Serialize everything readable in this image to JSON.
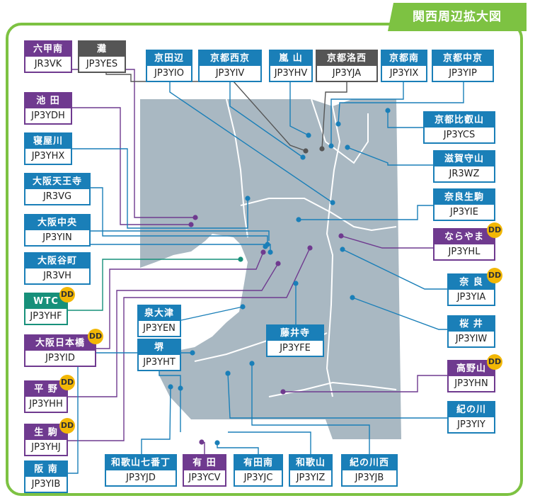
{
  "title": "関西周辺拡大図",
  "colors": {
    "frame": "#7dc242",
    "land": "#a9b8c2",
    "blue": "#1a7fb8",
    "purple": "#6f3a8f",
    "gray": "#555555",
    "green": "#17907a",
    "dd_badge": "#f2b705"
  },
  "badge_text": "DD",
  "stations": [
    {
      "id": "rokkosan",
      "name": "六甲南",
      "call": "JR3VK",
      "color": "purple",
      "dd": false
    },
    {
      "id": "nada",
      "name": "灘",
      "call": "JP3YES",
      "color": "gray",
      "dd": false
    },
    {
      "id": "ikeda",
      "name": "池 田",
      "call": "JP3YDH",
      "color": "purple",
      "dd": false
    },
    {
      "id": "neyagawa",
      "name": "寝屋川",
      "call": "JP3YHX",
      "color": "blue",
      "dd": false
    },
    {
      "id": "osaka-tennoji",
      "name": "大阪天王寺",
      "call": "JR3VG",
      "color": "blue",
      "dd": false
    },
    {
      "id": "osaka-chuo",
      "name": "大阪中央",
      "call": "JP3YIN",
      "color": "blue",
      "dd": false
    },
    {
      "id": "osaka-tanimachi",
      "name": "大阪谷町",
      "call": "JR3VH",
      "color": "blue",
      "dd": false
    },
    {
      "id": "wtc",
      "name": "WTC",
      "call": "JP3YHF",
      "color": "green",
      "dd": true
    },
    {
      "id": "osaka-nihonbashi",
      "name": "大阪日本橋",
      "call": "JP3YID",
      "color": "purple",
      "dd": true
    },
    {
      "id": "hirano",
      "name": "平 野",
      "call": "JP3YHH",
      "color": "purple",
      "dd": true
    },
    {
      "id": "ikoma",
      "name": "生 駒",
      "call": "JP3YHJ",
      "color": "purple",
      "dd": true
    },
    {
      "id": "hannan",
      "name": "阪 南",
      "call": "JP3YIB",
      "color": "blue",
      "dd": false
    },
    {
      "id": "kyotanabe",
      "name": "京田辺",
      "call": "JP3YIO",
      "color": "blue",
      "dd": false
    },
    {
      "id": "kyoto-nishikyo",
      "name": "京都西京",
      "call": "JP3YIV",
      "color": "blue",
      "dd": false
    },
    {
      "id": "arashiyama",
      "name": "嵐 山",
      "call": "JP3YHV",
      "color": "blue",
      "dd": false
    },
    {
      "id": "kyoto-rakusai",
      "name": "京都洛西",
      "call": "JP3YJA",
      "color": "gray",
      "dd": false
    },
    {
      "id": "kyoto-minami",
      "name": "京都南",
      "call": "JP3YIX",
      "color": "blue",
      "dd": false
    },
    {
      "id": "kyoto-chukyo",
      "name": "京都中京",
      "call": "JP3YIP",
      "color": "blue",
      "dd": false
    },
    {
      "id": "kyoto-hieizan",
      "name": "京都比叡山",
      "call": "JP3YCS",
      "color": "blue",
      "dd": false
    },
    {
      "id": "shiga-moriyama",
      "name": "滋賀守山",
      "call": "JR3WZ",
      "color": "blue",
      "dd": false
    },
    {
      "id": "nara-ikoma",
      "name": "奈良生駒",
      "call": "JP3YIE",
      "color": "blue",
      "dd": false
    },
    {
      "id": "narayama",
      "name": "ならやま",
      "call": "JP3YHL",
      "color": "purple",
      "dd": true
    },
    {
      "id": "nara",
      "name": "奈 良",
      "call": "JP3YIA",
      "color": "blue",
      "dd": true
    },
    {
      "id": "sakurai",
      "name": "桜 井",
      "call": "JP3YIW",
      "color": "blue",
      "dd": false
    },
    {
      "id": "koyasan",
      "name": "高野山",
      "call": "JP3YHN",
      "color": "purple",
      "dd": true
    },
    {
      "id": "kinokawa",
      "name": "紀の川",
      "call": "JP3YIY",
      "color": "blue",
      "dd": false
    },
    {
      "id": "kinokawa-nishi",
      "name": "紀の川西",
      "call": "JP3YJB",
      "color": "blue",
      "dd": false
    },
    {
      "id": "wakayama",
      "name": "和歌山",
      "call": "JP3YIZ",
      "color": "blue",
      "dd": false
    },
    {
      "id": "arida-minami",
      "name": "有田南",
      "call": "JP3YJC",
      "color": "blue",
      "dd": false
    },
    {
      "id": "arida",
      "name": "有 田",
      "call": "JP3YCV",
      "color": "purple",
      "dd": false
    },
    {
      "id": "wakayama-shichibancho",
      "name": "和歌山七番丁",
      "call": "JP3YJD",
      "color": "blue",
      "dd": false
    },
    {
      "id": "sakai",
      "name": "堺",
      "call": "JP3YHT",
      "color": "blue",
      "dd": false
    },
    {
      "id": "izumi-otsu",
      "name": "泉大津",
      "call": "JP3YEN",
      "color": "blue",
      "dd": false
    },
    {
      "id": "fujiidera",
      "name": "藤井寺",
      "call": "JP3YFE",
      "color": "blue",
      "dd": false
    }
  ]
}
